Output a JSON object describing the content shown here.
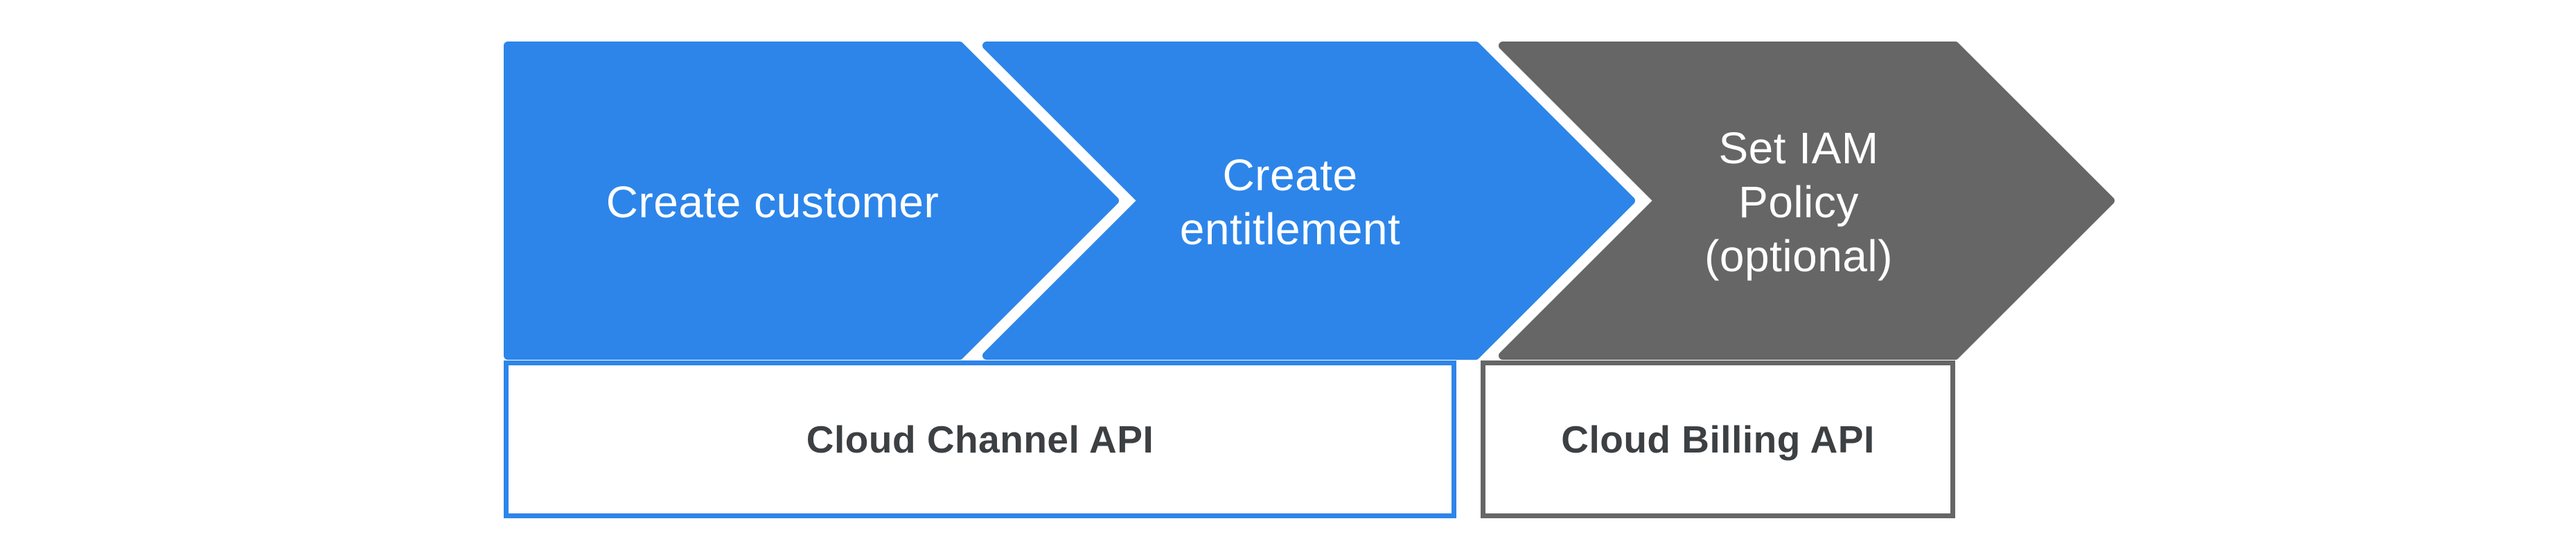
{
  "diagram": {
    "steps": [
      {
        "label": "Create customer",
        "color": "#2d85ea"
      },
      {
        "label": "Create\nentitlement",
        "color": "#2d85ea"
      },
      {
        "label": "Set IAM\nPolicy\n(optional)",
        "color": "#666666"
      }
    ],
    "api_boxes": [
      {
        "label": "Cloud Channel API",
        "border_color": "#2d85ea"
      },
      {
        "label": "Cloud Billing API",
        "border_color": "#666666"
      }
    ],
    "colors": {
      "step_blue": "#2d85ea",
      "step_gray": "#666666",
      "step_label_text": "#ffffff",
      "api_label_text": "#3c4043",
      "background": "#ffffff"
    }
  }
}
